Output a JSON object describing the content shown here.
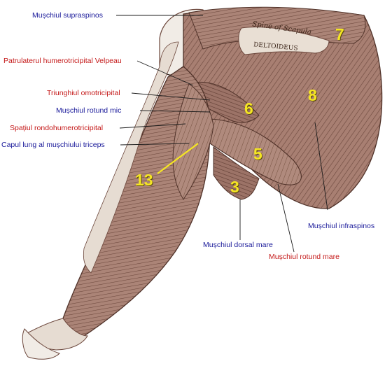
{
  "labels": {
    "supraspinos": "Mușchiul supraspinos",
    "patrulaterul": "Patrulaterul humerotricipital Velpeau",
    "triunghiul": "Triunghiul omotricipital",
    "rotund_mic": "Mușchiul rotund mic",
    "spatiul": "Spațiul rondohumerotricipital",
    "capul_lung": "Capul lung al mușchiului triceps",
    "infraspinos": "Mușchiul infraspinos",
    "dorsal_mare": "Mușchiul dorsal mare",
    "rotund_mare": "Mușchiul rotund mare"
  },
  "numbers": {
    "n7": "7",
    "n8": "8",
    "n6": "6",
    "n5": "5",
    "n3": "3",
    "n13": "13"
  },
  "scapula_text": {
    "spine": "Spine of Scapula",
    "deltoideus": "DELTOIDEUS"
  },
  "colors": {
    "label_blue": "#1a1a9a",
    "label_red": "#c41818",
    "number_yellow": "#f5e623",
    "muscle": "#a87f72",
    "muscle_dark": "#6b463b",
    "bone": "#f1ece6"
  }
}
